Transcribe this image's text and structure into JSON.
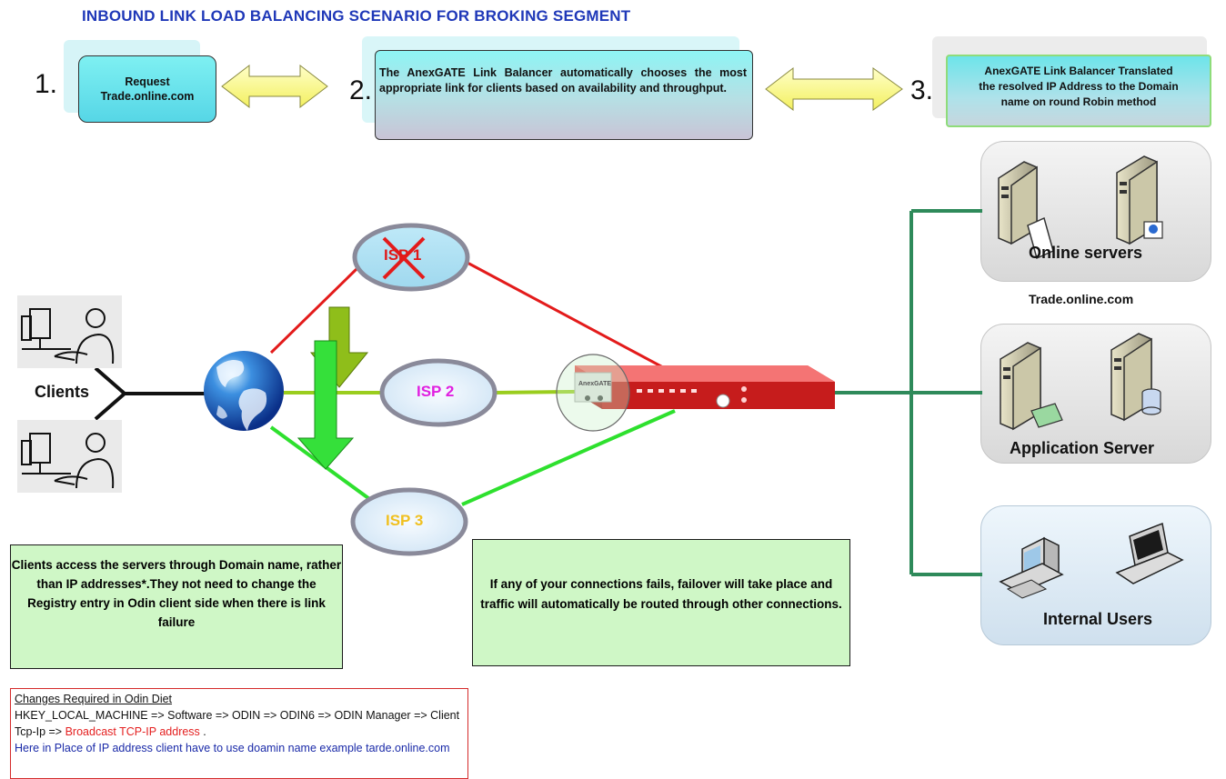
{
  "title": "INBOUND LINK LOAD BALANCING  SCENARIO FOR BROKING SEGMENT",
  "steps": [
    {
      "num": "1.",
      "text_lines": [
        "Request",
        "Trade.online.com"
      ]
    },
    {
      "num": "2.",
      "text": "The AnexGATE Link Balancer automatically chooses the most appropriate link for clients based on availability and throughput."
    },
    {
      "num": "3.",
      "text_lines": [
        "AnexGATE  Link Balancer Translated",
        "the resolved IP Address to the Domain",
        "name on round Robin method"
      ]
    }
  ],
  "clients_label": "Clients",
  "isps": [
    {
      "label": "ISP 1",
      "status": "failed",
      "color": "#e01818"
    },
    {
      "label": "ISP 2",
      "status": "active",
      "color": "#e020e0"
    },
    {
      "label": "ISP 3",
      "status": "active",
      "color": "#f0c020"
    }
  ],
  "device_brand": "AnexGATE",
  "server_groups": [
    {
      "label": "Online servers"
    },
    {
      "label": "Application Server"
    },
    {
      "label": "Internal Users"
    }
  ],
  "domain_label": "Trade.online.com",
  "notes": {
    "clients_note": "Clients  access the servers through Domain name, rather than IP addresses*.They  not need to change the Registry entry in  Odin client side when there is link failure",
    "failover_note": "If any of your connections fails, failover will take place and traffic will automatically be routed through other connections."
  },
  "changes": {
    "heading": "Changes Required in Odin Diet",
    "line1": " HKEY_LOCAL_MACHINE => Software => ODIN => ODIN6 => ODIN Manager => Client Tcp-Ip => ",
    "line1_red": "Broadcast TCP-IP address",
    "line1_end": " .",
    "line2": "Here in  Place of IP address client have to use doamin name example tarde.online.com"
  },
  "colors": {
    "failed_link": "#e31b1b",
    "isp2_link": "#9acd1e",
    "isp3_link": "#2ee02e",
    "lan_link": "#2e8a5a",
    "title": "#1f38b8"
  }
}
